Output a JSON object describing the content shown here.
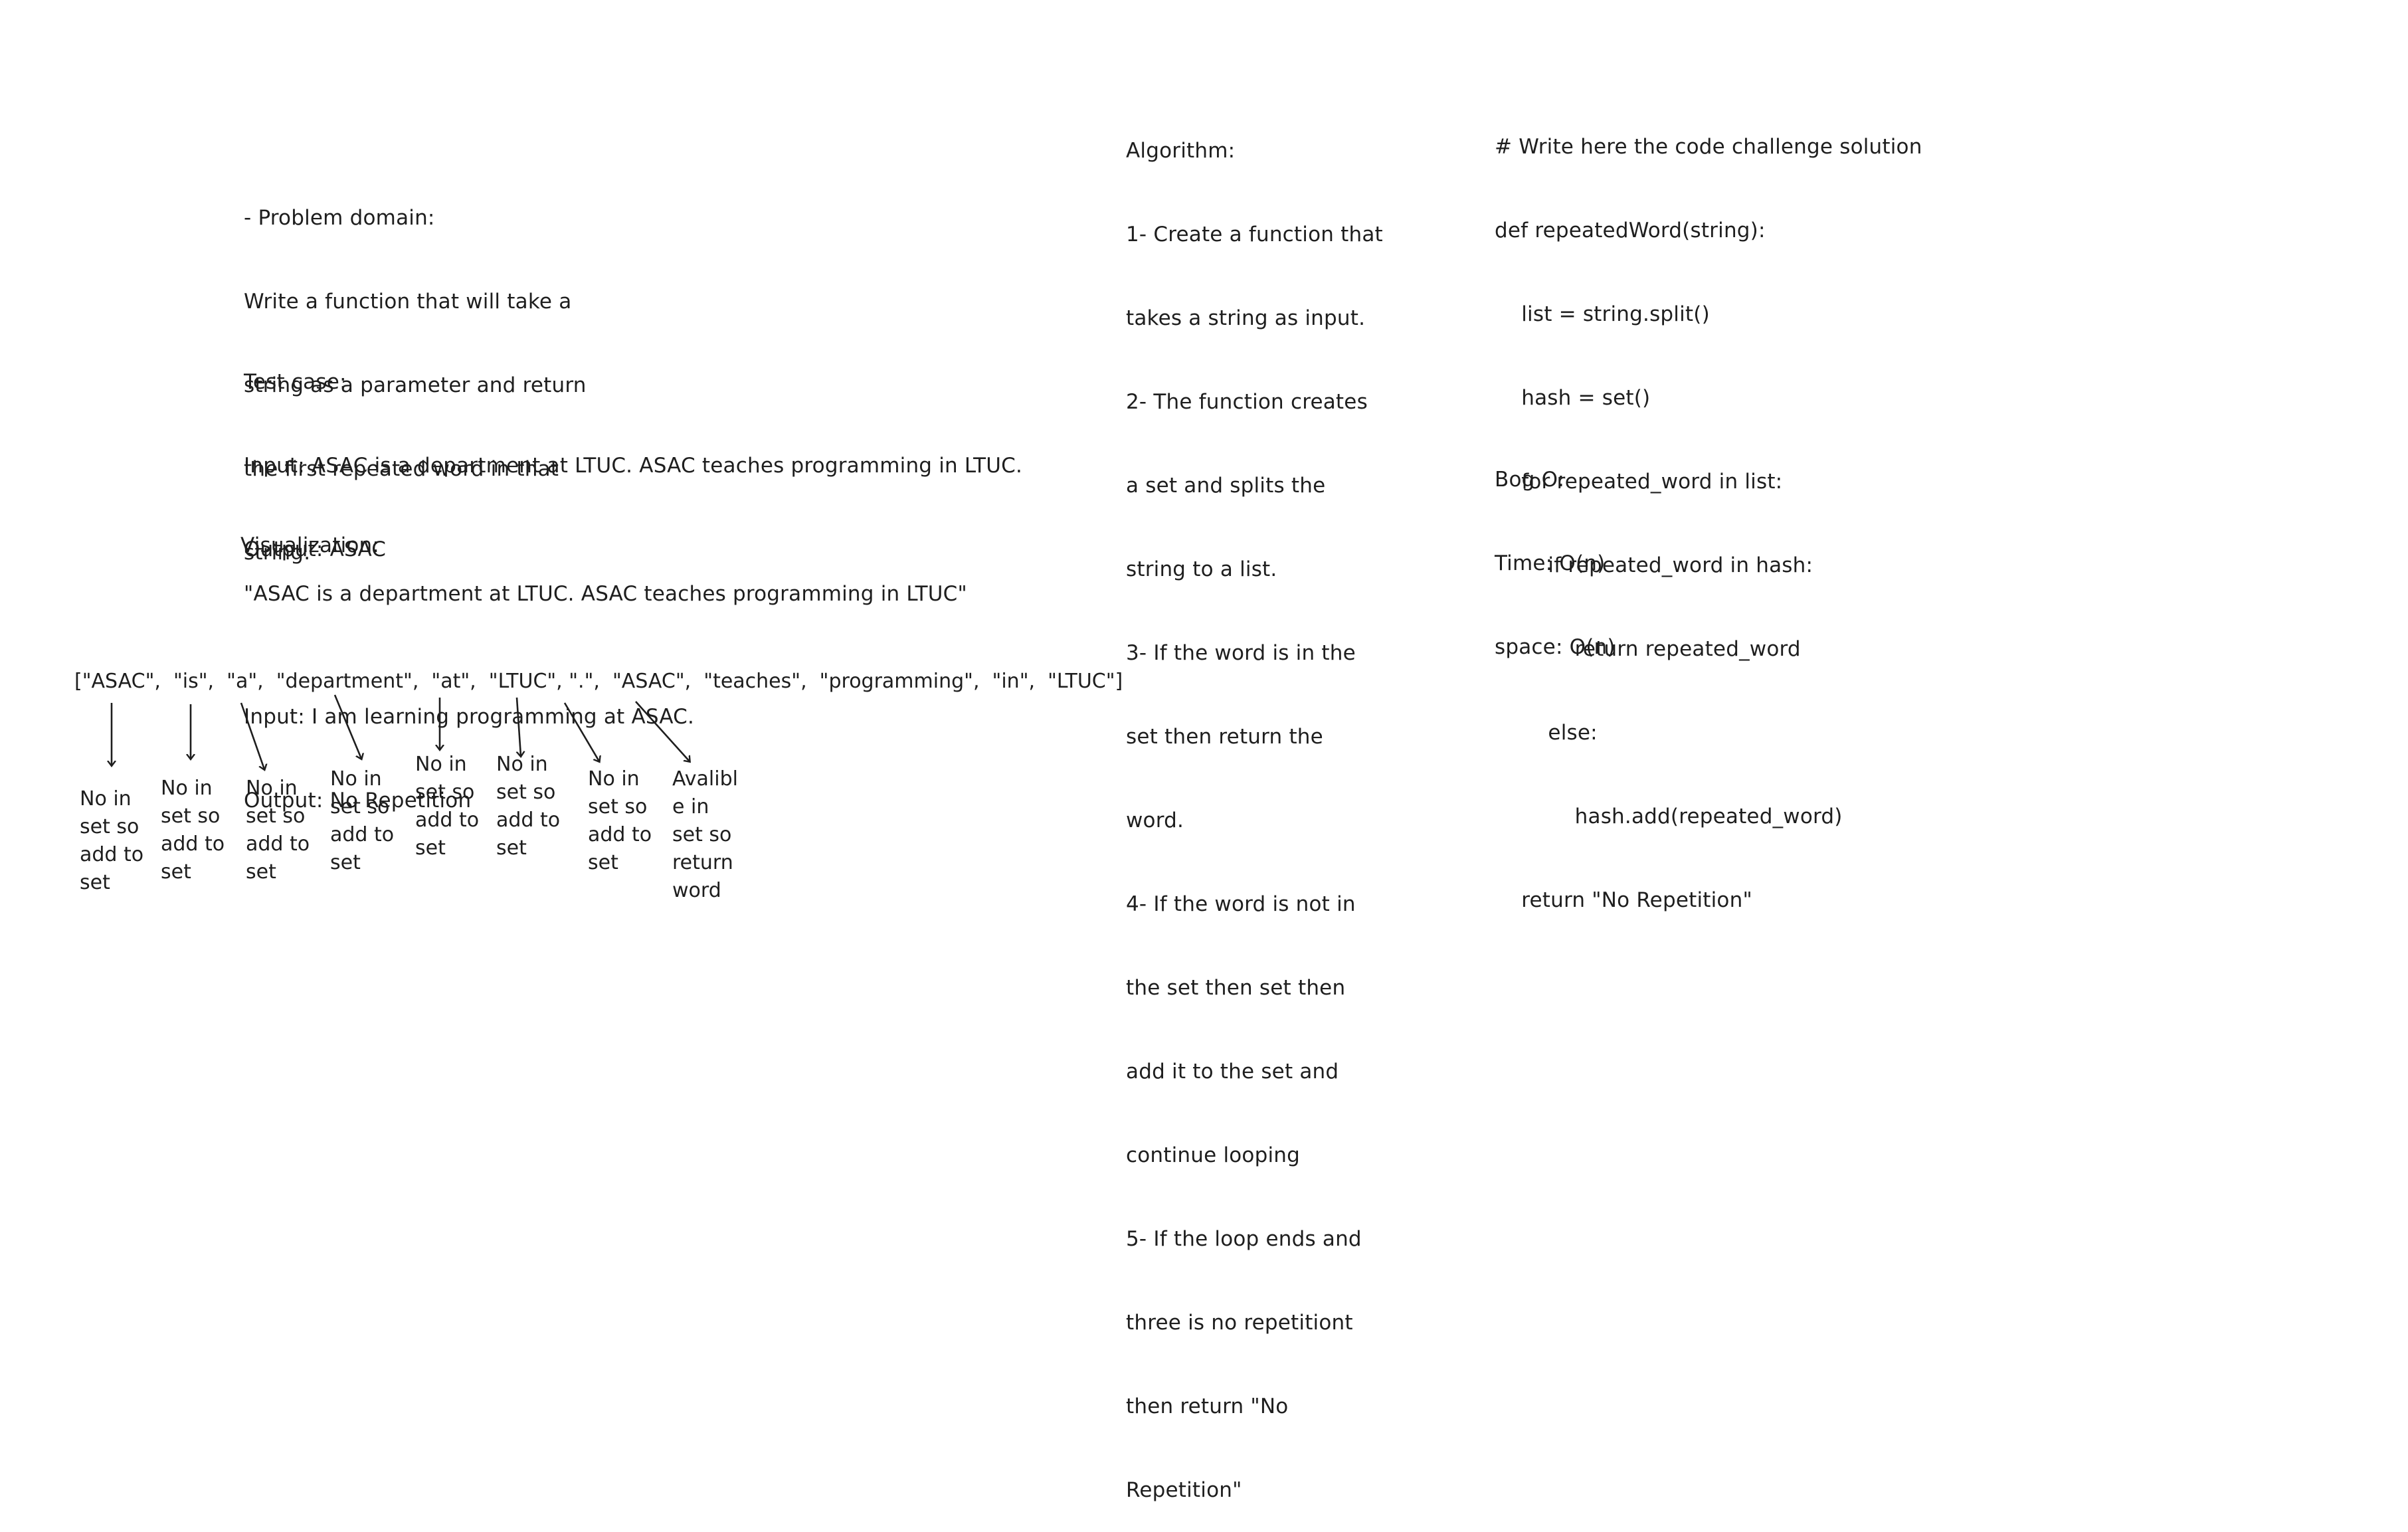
{
  "problem": {
    "lines": [
      "- Problem domain:",
      "Write a function that will take a",
      "string as a parameter and return",
      "the first repeated word in that",
      "string."
    ]
  },
  "test_case": {
    "lines": [
      "Test case:",
      "Input: ASAC is a department at LTUC. ASAC teaches programming in LTUC.",
      "Output: ASAC",
      "",
      "Input: I am learning programming at ASAC.",
      "Output: No Repetition"
    ]
  },
  "visualization": {
    "heading": "Visualization:",
    "sentence": "\"ASAC is a department at LTUC. ASAC teaches programming in LTUC\"",
    "array_text": "[\"ASAC\",  \"is\",  \"a\",  \"department\",  \"at\",  \"LTUC\", \".\",  \"ASAC\",  \"teaches\",  \"programming\",  \"in\",  \"LTUC\"]",
    "notes": [
      "No in\nset so\nadd to\nset",
      "No in\nset so\nadd to\nset",
      "No in\nset so\nadd to\nset",
      "No in\nset so\nadd to\nset",
      "No in\nset so\nadd to\nset",
      "No in\nset so\nadd to\nset",
      "No in\nset so\nadd to\nset",
      "Avalibl\ne in\nset so\nreturn\nword"
    ]
  },
  "algorithm": {
    "lines": [
      "Algorithm:",
      "1- Create a function that",
      "takes a string as input.",
      "2- The function creates",
      "a set and splits the",
      "string to a list.",
      "3- If the word is in the",
      "set then return the",
      "word.",
      "4- If the word is not in",
      "the set then set then",
      "add it to the set and",
      "continue looping",
      "5- If the loop ends and",
      "three is no repetitiont",
      "then return \"No",
      "Repetition\""
    ]
  },
  "code": {
    "lines": [
      "# Write here the code challenge solution",
      "def repeatedWord(string):",
      "    list = string.split()",
      "    hash = set()",
      "    for repeated_word in list:",
      "        if repeated_word in hash:",
      "            return repeated_word",
      "        else:",
      "            hash.add(repeated_word)",
      "    return \"No Repetition\""
    ]
  },
  "complexity": {
    "lines": [
      "Bog O:",
      "Time: O(n)",
      "space: O(n)"
    ]
  },
  "colors": {
    "ink": "#1e1e1e",
    "background": "#ffffff"
  }
}
